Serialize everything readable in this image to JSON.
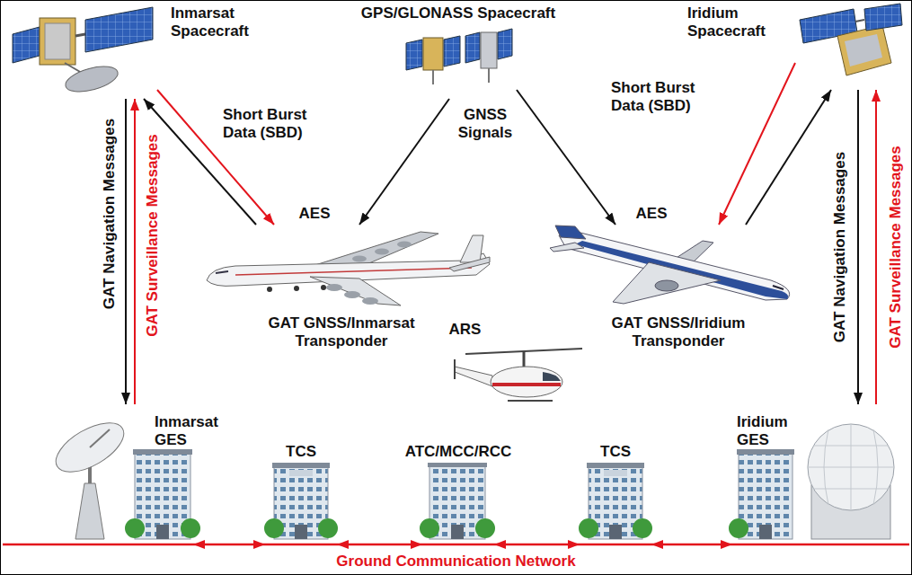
{
  "diagram": {
    "nodes": [
      {
        "text": [
          "Inmarsat Spacecraft"
        ]
      },
      {
        "text": [
          "GPS/GLONASS Spacecraft"
        ]
      },
      {
        "text": [
          "Iridium Spacecraft"
        ]
      },
      {
        "text": [
          "AES",
          "GAT GNSS/Inmarsat Transponder"
        ]
      },
      {
        "text": [
          "AES",
          "GAT GNSS/Iridium Transponder"
        ]
      },
      {
        "text": [
          "ARS"
        ]
      },
      {
        "text": [
          "Inmarsat GES"
        ]
      },
      {
        "text": [
          "TCS"
        ]
      },
      {
        "text": [
          "ATC/MCC/RCC"
        ]
      },
      {
        "text": [
          "TCS"
        ]
      },
      {
        "text": [
          "Iridium GES"
        ]
      }
    ],
    "edges": [
      {
        "from": 3,
        "to": 0,
        "arrow": "to",
        "label": "Short Burst Data (SBD)"
      },
      {
        "from": 0,
        "to": 3,
        "arrow": "to"
      },
      {
        "from": 1,
        "to": 3,
        "arrow": "to",
        "label": "GNSS Signals"
      },
      {
        "from": 1,
        "to": 4,
        "arrow": "to"
      },
      {
        "from": 4,
        "to": 2,
        "arrow": "to",
        "label": "Short Burst Data (SBD)"
      },
      {
        "from": 2,
        "to": 4,
        "arrow": "to"
      },
      {
        "from": 0,
        "to": 6,
        "arrow": "to",
        "label": "GAT Navigation Messages"
      },
      {
        "from": 6,
        "to": 0,
        "arrow": "to",
        "label": "GAT Surveillance Messages"
      },
      {
        "from": 2,
        "to": 10,
        "arrow": "to",
        "label": "GAT Navigation Messages"
      },
      {
        "from": 10,
        "to": 2,
        "arrow": "to",
        "label": "GAT Surveillance Messages"
      },
      {
        "from": 6,
        "to": 7,
        "arrow": "both"
      },
      {
        "from": 7,
        "to": 8,
        "arrow": "both"
      },
      {
        "from": 8,
        "to": 9,
        "arrow": "both"
      },
      {
        "from": 9,
        "to": 10,
        "arrow": "both"
      }
    ],
    "labels": [
      "Ground Communication Network"
    ]
  }
}
